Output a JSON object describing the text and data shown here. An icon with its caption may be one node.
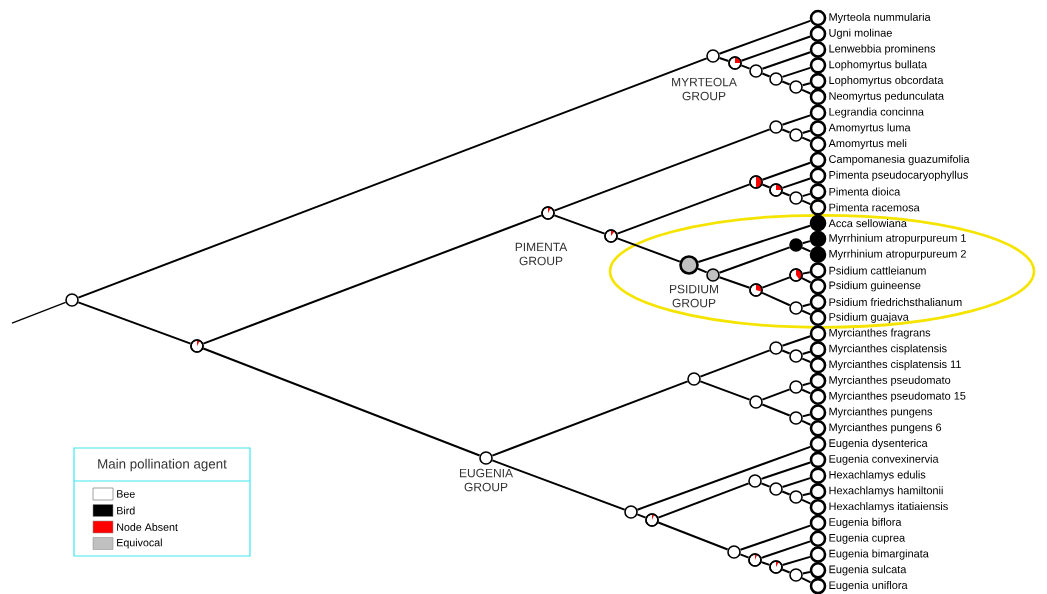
{
  "diagram": {
    "nodes": [
      {
        "text": [],
        "shape": "circle"
      },
      {
        "text": [],
        "shape": "circle"
      },
      {
        "text": [],
        "shape": "circle"
      },
      {
        "text": [],
        "shape": "circle"
      },
      {
        "text": [],
        "shape": "circle"
      },
      {
        "text": [],
        "shape": "circle"
      },
      {
        "text": [],
        "shape": "circle"
      },
      {
        "text": [],
        "shape": "circle"
      },
      {
        "text": [],
        "shape": "circle"
      },
      {
        "text": [],
        "shape": "circle"
      },
      {
        "text": [],
        "shape": "circle"
      },
      {
        "text": [],
        "shape": "circle"
      },
      {
        "text": [],
        "shape": "circle"
      },
      {
        "text": [],
        "shape": "circle"
      },
      {
        "text": [],
        "shape": "circle"
      },
      {
        "text": [],
        "shape": "circle"
      },
      {
        "text": [],
        "shape": "circle"
      },
      {
        "text": [],
        "shape": "circle"
      },
      {
        "text": [],
        "shape": "circle"
      },
      {
        "text": [],
        "shape": "circle"
      },
      {
        "text": [],
        "shape": "circle"
      },
      {
        "text": [],
        "shape": "circle"
      },
      {
        "text": [],
        "shape": "circle"
      },
      {
        "text": [],
        "shape": "circle"
      },
      {
        "text": [],
        "shape": "circle"
      },
      {
        "text": [],
        "shape": "circle"
      },
      {
        "text": [],
        "shape": "circle"
      },
      {
        "text": [],
        "shape": "circle"
      },
      {
        "text": [],
        "shape": "circle"
      },
      {
        "text": [],
        "shape": "circle"
      },
      {
        "text": [],
        "shape": "circle"
      },
      {
        "text": [],
        "shape": "circle"
      },
      {
        "text": [],
        "shape": "circle"
      },
      {
        "text": [],
        "shape": "circle"
      },
      {
        "text": [],
        "shape": "circle"
      },
      {
        "text": [],
        "shape": "circle"
      },
      {
        "text": [],
        "shape": "circle",
        "beside": [
          "Myrteola nummularia"
        ]
      },
      {
        "text": [],
        "shape": "circle",
        "beside": [
          "Ugni molinae"
        ]
      },
      {
        "text": [],
        "shape": "circle",
        "beside": [
          "Lenwebbia prominens"
        ]
      },
      {
        "text": [],
        "shape": "circle",
        "beside": [
          "Lophomyrtus bullata"
        ]
      },
      {
        "text": [],
        "shape": "circle",
        "beside": [
          "Lophomyrtus obcordata"
        ]
      },
      {
        "text": [],
        "shape": "circle",
        "beside": [
          "Neomyrtus pedunculata"
        ]
      },
      {
        "text": [],
        "shape": "circle",
        "beside": [
          "Legrandia concinna"
        ]
      },
      {
        "text": [],
        "shape": "circle",
        "beside": [
          "Amomyrtus luma"
        ]
      },
      {
        "text": [],
        "shape": "circle",
        "beside": [
          "Amomyrtus meli"
        ]
      },
      {
        "text": [],
        "shape": "circle",
        "beside": [
          "Campomanesia guazumifolia"
        ]
      },
      {
        "text": [],
        "shape": "circle",
        "beside": [
          "Pimenta pseudocaryophyllus"
        ]
      },
      {
        "text": [],
        "shape": "circle",
        "beside": [
          "Pimenta dioica"
        ]
      },
      {
        "text": [],
        "shape": "circle",
        "beside": [
          "Pimenta racemosa"
        ]
      },
      {
        "text": [],
        "shape": "circle",
        "beside": [
          "Acca sellowiana"
        ]
      },
      {
        "text": [],
        "shape": "circle",
        "beside": [
          "Myrrhinium atropurpureum 1"
        ]
      },
      {
        "text": [],
        "shape": "circle",
        "beside": [
          "Myrrhinium atropurpureum 2"
        ]
      },
      {
        "text": [],
        "shape": "circle",
        "beside": [
          "Psidium cattleianum"
        ]
      },
      {
        "text": [],
        "shape": "circle",
        "beside": [
          "Psidium guineense"
        ]
      },
      {
        "text": [],
        "shape": "circle",
        "beside": [
          "Psidium friedrichsthalianum"
        ]
      },
      {
        "text": [],
        "shape": "circle",
        "beside": [
          "Psidium guajava"
        ]
      },
      {
        "text": [],
        "shape": "circle",
        "beside": [
          "Myrcianthes fragrans"
        ]
      },
      {
        "text": [],
        "shape": "circle",
        "beside": [
          "Myrcianthes cisplatensis"
        ]
      },
      {
        "text": [],
        "shape": "circle",
        "beside": [
          "Myrcianthes cisplatensis 11"
        ]
      },
      {
        "text": [],
        "shape": "circle",
        "beside": [
          "Myrcianthes pseudomato"
        ]
      },
      {
        "text": [],
        "shape": "circle",
        "beside": [
          "Myrcianthes pseudomato 15"
        ]
      },
      {
        "text": [],
        "shape": "circle",
        "beside": [
          "Myrcianthes pungens"
        ]
      },
      {
        "text": [],
        "shape": "circle",
        "beside": [
          "Myrcianthes pungens 6"
        ]
      },
      {
        "text": [],
        "shape": "circle",
        "beside": [
          "Eugenia dysenterica"
        ]
      },
      {
        "text": [],
        "shape": "circle",
        "beside": [
          "Eugenia convexinervia"
        ]
      },
      {
        "text": [],
        "shape": "circle",
        "beside": [
          "Hexachlamys edulis"
        ]
      },
      {
        "text": [],
        "shape": "circle",
        "beside": [
          "Hexachlamys hamiltonii"
        ]
      },
      {
        "text": [],
        "shape": "circle",
        "beside": [
          "Hexachlamys itatiaiensis"
        ]
      },
      {
        "text": [],
        "shape": "circle",
        "beside": [
          "Eugenia biflora"
        ]
      },
      {
        "text": [],
        "shape": "circle",
        "beside": [
          "Eugenia cuprea"
        ]
      },
      {
        "text": [],
        "shape": "circle",
        "beside": [
          "Eugenia bimarginata"
        ]
      },
      {
        "text": [],
        "shape": "circle",
        "beside": [
          "Eugenia sulcata"
        ]
      },
      {
        "text": [],
        "shape": "circle",
        "beside": [
          "Eugenia uniflora"
        ]
      }
    ],
    "edges": [
      {
        "from": null,
        "to": 0,
        "arrow": "none"
      },
      {
        "from": 0,
        "to": 9,
        "arrow": "none"
      },
      {
        "from": 0,
        "to": 1,
        "arrow": "none"
      },
      {
        "from": 1,
        "to": 3,
        "arrow": "none"
      },
      {
        "from": 1,
        "to": 2,
        "arrow": "none"
      },
      {
        "from": 9,
        "to": 36,
        "arrow": "none"
      },
      {
        "from": 9,
        "to": 12,
        "arrow": "none"
      },
      {
        "from": 12,
        "to": 37,
        "arrow": "none"
      },
      {
        "from": 12,
        "to": 13,
        "arrow": "none"
      },
      {
        "from": 13,
        "to": 38,
        "arrow": "none"
      },
      {
        "from": 13,
        "to": 19,
        "arrow": "none"
      },
      {
        "from": 19,
        "to": 39,
        "arrow": "none"
      },
      {
        "from": 19,
        "to": 25,
        "arrow": "none"
      },
      {
        "from": 25,
        "to": 40,
        "arrow": "none"
      },
      {
        "from": 25,
        "to": 41,
        "arrow": "none"
      },
      {
        "from": 3,
        "to": 20,
        "arrow": "none"
      },
      {
        "from": 3,
        "to": 4,
        "arrow": "none"
      },
      {
        "from": 20,
        "to": 42,
        "arrow": "none"
      },
      {
        "from": 20,
        "to": 26,
        "arrow": "none"
      },
      {
        "from": 26,
        "to": 43,
        "arrow": "none"
      },
      {
        "from": 26,
        "to": 44,
        "arrow": "none"
      },
      {
        "from": 4,
        "to": 14,
        "arrow": "none"
      },
      {
        "from": 4,
        "to": 7,
        "arrow": "none"
      },
      {
        "from": 14,
        "to": 45,
        "arrow": "none"
      },
      {
        "from": 14,
        "to": 21,
        "arrow": "none"
      },
      {
        "from": 21,
        "to": 46,
        "arrow": "none"
      },
      {
        "from": 21,
        "to": 27,
        "arrow": "none"
      },
      {
        "from": 27,
        "to": 47,
        "arrow": "none"
      },
      {
        "from": 27,
        "to": 48,
        "arrow": "none"
      },
      {
        "from": 7,
        "to": 49,
        "arrow": "none"
      },
      {
        "from": 7,
        "to": 10,
        "arrow": "none"
      },
      {
        "from": 10,
        "to": 28,
        "arrow": "none"
      },
      {
        "from": 10,
        "to": 15,
        "arrow": "none"
      },
      {
        "from": 28,
        "to": 50,
        "arrow": "none"
      },
      {
        "from": 28,
        "to": 51,
        "arrow": "none"
      },
      {
        "from": 15,
        "to": 29,
        "arrow": "none"
      },
      {
        "from": 15,
        "to": 30,
        "arrow": "none"
      },
      {
        "from": 29,
        "to": 52,
        "arrow": "none"
      },
      {
        "from": 29,
        "to": 53,
        "arrow": "none"
      },
      {
        "from": 30,
        "to": 54,
        "arrow": "none"
      },
      {
        "from": 30,
        "to": 55,
        "arrow": "none"
      },
      {
        "from": 2,
        "to": 8,
        "arrow": "none"
      },
      {
        "from": 2,
        "to": 5,
        "arrow": "none"
      },
      {
        "from": 8,
        "to": 22,
        "arrow": "none"
      },
      {
        "from": 8,
        "to": 16,
        "arrow": "none"
      },
      {
        "from": 22,
        "to": 56,
        "arrow": "none"
      },
      {
        "from": 22,
        "to": 31,
        "arrow": "none"
      },
      {
        "from": 31,
        "to": 57,
        "arrow": "none"
      },
      {
        "from": 31,
        "to": 58,
        "arrow": "none"
      },
      {
        "from": 16,
        "to": 32,
        "arrow": "none"
      },
      {
        "from": 16,
        "to": 33,
        "arrow": "none"
      },
      {
        "from": 32,
        "to": 59,
        "arrow": "none"
      },
      {
        "from": 32,
        "to": 60,
        "arrow": "none"
      },
      {
        "from": 33,
        "to": 61,
        "arrow": "none"
      },
      {
        "from": 33,
        "to": 62,
        "arrow": "none"
      },
      {
        "from": 5,
        "to": 63,
        "arrow": "none"
      },
      {
        "from": 5,
        "to": 6,
        "arrow": "none"
      },
      {
        "from": 6,
        "to": 17,
        "arrow": "none"
      },
      {
        "from": 6,
        "to": 11,
        "arrow": "none"
      },
      {
        "from": 17,
        "to": 64,
        "arrow": "none"
      },
      {
        "from": 17,
        "to": 23,
        "arrow": "none"
      },
      {
        "from": 23,
        "to": 65,
        "arrow": "none"
      },
      {
        "from": 23,
        "to": 34,
        "arrow": "none"
      },
      {
        "from": 34,
        "to": 66,
        "arrow": "none"
      },
      {
        "from": 34,
        "to": 67,
        "arrow": "none"
      },
      {
        "from": 11,
        "to": 68,
        "arrow": "none"
      },
      {
        "from": 11,
        "to": 18,
        "arrow": "none"
      },
      {
        "from": 18,
        "to": 69,
        "arrow": "none"
      },
      {
        "from": 18,
        "to": 24,
        "arrow": "none"
      },
      {
        "from": 24,
        "to": 70,
        "arrow": "none"
      },
      {
        "from": 24,
        "to": 35,
        "arrow": "none"
      },
      {
        "from": 35,
        "to": 71,
        "arrow": "none"
      },
      {
        "from": 35,
        "to": 72,
        "arrow": "none"
      }
    ],
    "labels": [
      "MYRTEOLA GROUP",
      "PIMENTA GROUP",
      "PSIDIUM GROUP",
      "EUGENIA GROUP",
      "Main pollination agent"
    ],
    "legend": [
      {
        "text": "Bee"
      },
      {
        "text": "Bird",
        "color": "#000000"
      },
      {
        "text": "Node Absent",
        "color": "#ff0000"
      },
      {
        "text": "Equivocal",
        "color": "#c0c0c0"
      }
    ]
  }
}
